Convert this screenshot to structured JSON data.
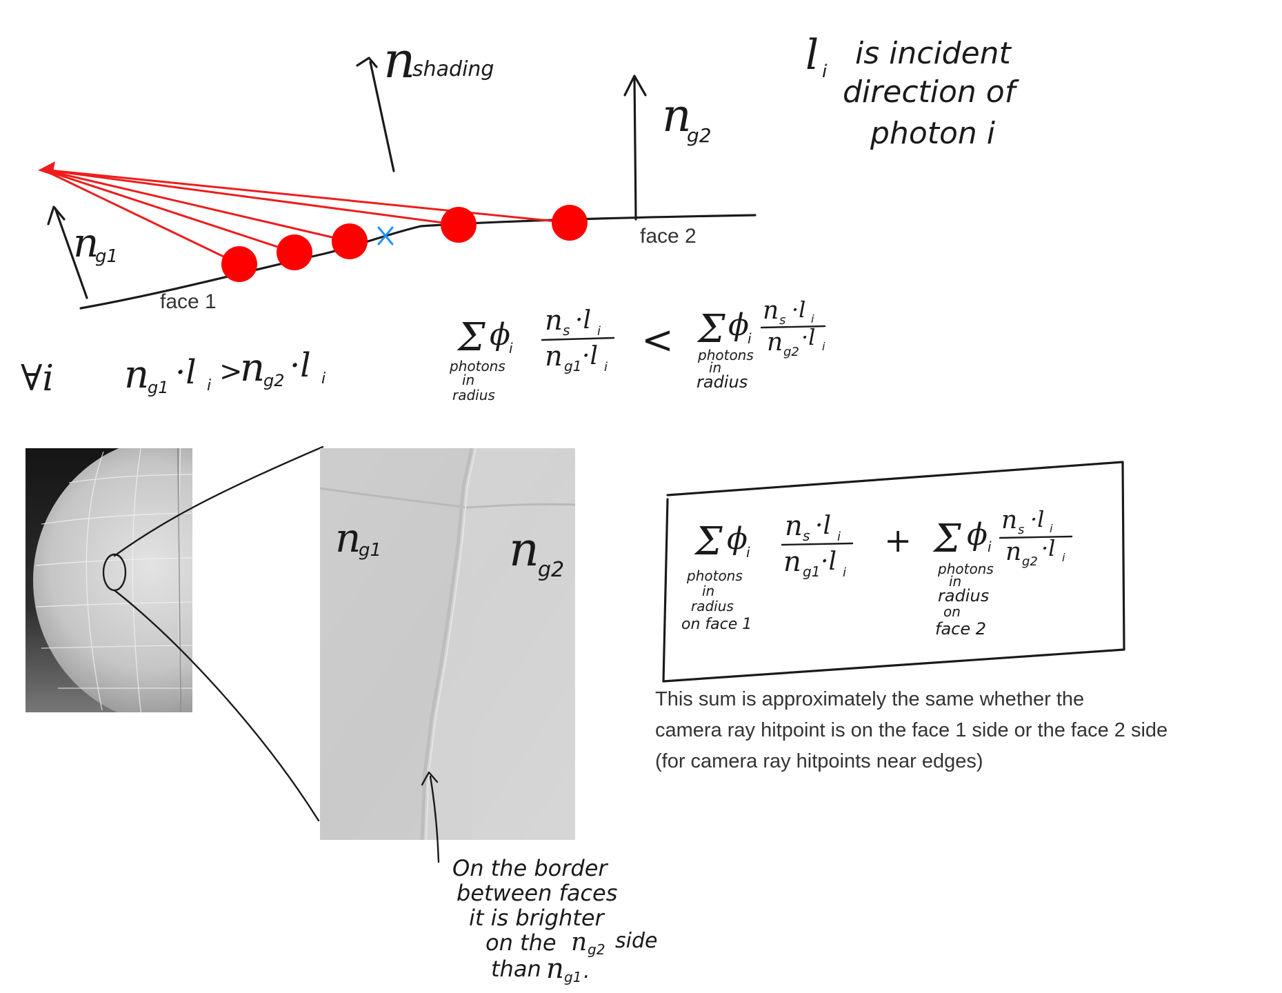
{
  "diagram": {
    "labels": {
      "n_shading": "n",
      "n_shading_sub": "shading",
      "n_g2_top": "n",
      "n_g2_top_sub": "g2",
      "n_g1_left": "n",
      "n_g1_left_sub": "g1",
      "face1": "face 1",
      "face2": "face 2"
    },
    "note": {
      "line1": "l",
      "line1_sub": "i",
      "line1_rest": "is incident",
      "line2": "direction of",
      "line3": "photon i"
    },
    "inequality": {
      "forall": "∀i",
      "lhs": "n",
      "lhs_sub": "g1",
      "dot": "·l",
      "dot_sub": "i",
      "gt": ">",
      "rhs": "n",
      "rhs_sub": "g2",
      "rhs_dot": "·l",
      "rhs_dot_sub": "i"
    },
    "sum_compare": {
      "sum": "Σ",
      "phi": "ϕ",
      "phi_sub": "i",
      "num": "n",
      "num_sub": "s",
      "num_dot": "·l",
      "num_dot_sub": "i",
      "den1": "n",
      "den1_sub": "g1",
      "den2_sub": "g2",
      "den_dot": "·l",
      "den_dot_sub": "i",
      "less": "<",
      "under1": "photons",
      "under2": "in",
      "under3": "radius"
    },
    "sum_boxed": {
      "plus": "+",
      "left_under4": "on face 1",
      "right_under4": "on",
      "right_under5": "face 2"
    },
    "zoom": {
      "n_g1": "n",
      "n_g1_sub": "g1",
      "n_g2": "n",
      "n_g2_sub": "g2"
    },
    "annotation": {
      "line1": "On the border",
      "line2": "between faces",
      "line3": "it is brighter",
      "line4a": "on the",
      "line4_n": "n",
      "line4_sub": "g2",
      "line4b": "side",
      "line5a": "than",
      "line5_n": "n",
      "line5_sub": "g1",
      "line5b": "."
    },
    "caption": {
      "line1": "This sum is approximately the same whether the",
      "line2": "camera ray hitpoint is on the face 1 side or the face 2 side",
      "line3": "(for camera ray hitpoints near edges)"
    },
    "colors": {
      "photon": "#ff0000",
      "photon_ray": "#ee1c1c",
      "hitpoint_marker": "#1e90ff",
      "ink": "#1a1a1a"
    },
    "icons": {
      "hitpoint": "x-mark-icon",
      "photon": "red-dot-icon"
    }
  }
}
